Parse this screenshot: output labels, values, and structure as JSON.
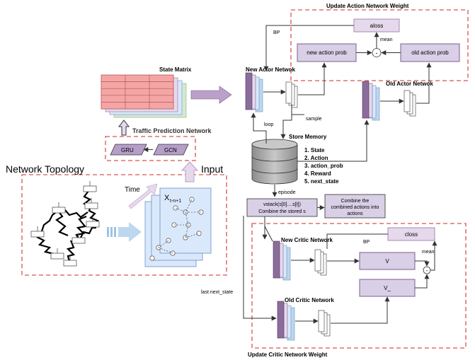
{
  "titles": {
    "update_actor": "Update Action Network Weight",
    "update_critic": "Update Critic Network Weight",
    "state_matrix": "State Matrix",
    "traffic_prediction": "Traffic Prediction Network",
    "network_topology": "Network Topology",
    "input": "Input",
    "time": "Time",
    "new_actor": "New Actor Netwok",
    "old_actor": "Old Actor Netwok",
    "new_critic": "New Critic Network",
    "old_critic": "Old Critic Network",
    "store_memory": "Store Memory"
  },
  "labels": {
    "gru": "GRU",
    "gcn": "GCN",
    "x_main": "X",
    "x_sub": "t-n+1",
    "aloss": "aloss",
    "closs": "closs",
    "new_prob": "new action prob",
    "old_prob": "old action prob",
    "minus_sym": "-",
    "v": "V",
    "v_old": "V_",
    "bp_actor": "BP",
    "bp_critic": "BP",
    "mean_actor": "mean",
    "mean_critic": "mean",
    "sample": "sample",
    "loop": "loop",
    "episode": "episode",
    "last_next_state": "last next_state",
    "vstack_line1": "vstack(s[0]....s[t])",
    "vstack_line2": "Combine the stored s",
    "combine_line1": "Combine the",
    "combine_line2": "combined actions into",
    "combine_line3": "actions"
  },
  "memory_items": [
    "1. State",
    "2. Action",
    "3. action_prob",
    "4. Reward",
    "5. next_state"
  ],
  "colors": {
    "dashed_border": "#d9534f",
    "purple_box": "#d9cfe6",
    "purple_dark": "#7d5f8f",
    "blue_light": "#bdd7ee",
    "blue_mid": "#9dc3e6",
    "memory_gray": "#a6a6a6",
    "matrix_pink": "#f4a6a6",
    "matrix_green": "#d5e8d4"
  }
}
